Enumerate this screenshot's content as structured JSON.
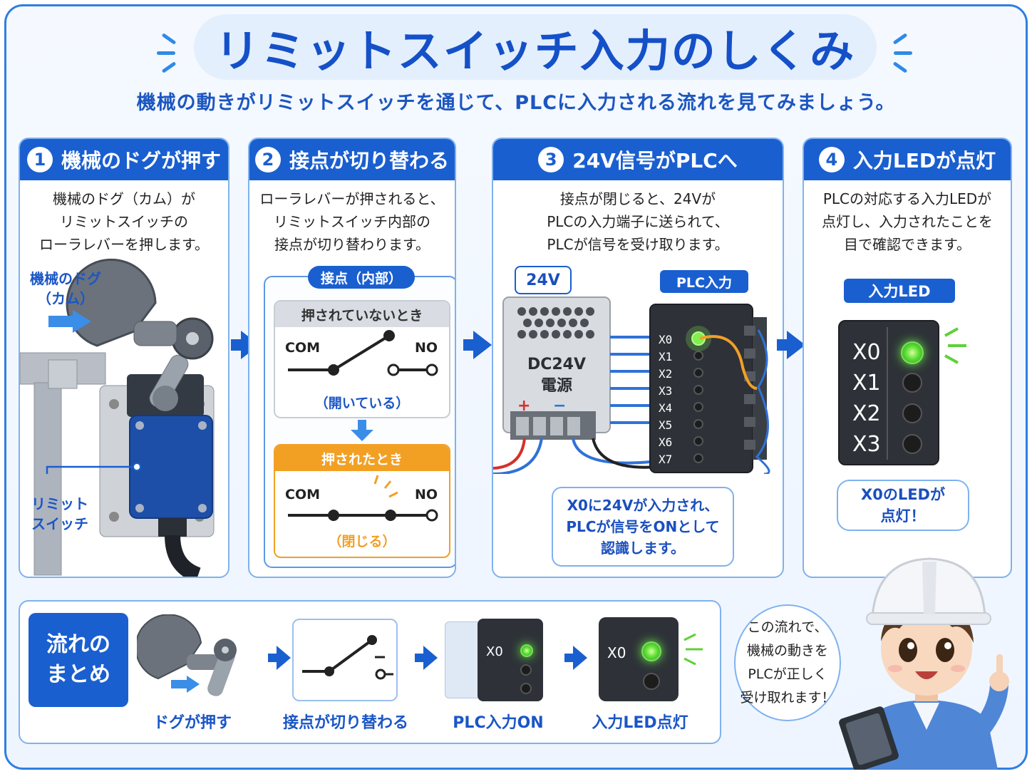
{
  "title": "リミットスイッチ入力のしくみ",
  "subtitle": "機械の動きがリミットスイッチを通じて、PLCに入力される流れを見てみましょう。",
  "colors": {
    "primary": "#1a5fd0",
    "accent_orange": "#f2a024",
    "led_green": "#5fe03a",
    "panel_border": "#7fb2ee"
  },
  "steps": [
    {
      "number": "1",
      "title": "機械のドグが押す",
      "desc": [
        "機械のドグ（カム）が",
        "リミットスイッチの",
        "ローラレバーを押します。"
      ],
      "label_dog": [
        "機械のドグ",
        "（カム）"
      ],
      "label_switch": [
        "リミット",
        "スイッチ"
      ]
    },
    {
      "number": "2",
      "title": "接点が切り替わる",
      "desc": [
        "ローラレバーが押されると、",
        "リミットスイッチ内部の",
        "接点が切り替わります。"
      ],
      "contact_title": "接点（内部）",
      "state_off": {
        "title": "押されていないとき",
        "com": "COM",
        "no": "NO",
        "caption": "（開いている）"
      },
      "state_on": {
        "title": "押されたとき",
        "com": "COM",
        "no": "NO",
        "caption": "（閉じる）"
      }
    },
    {
      "number": "3",
      "title": "24V信号がPLCへ",
      "desc": [
        "接点が閉じると、24Vが",
        "PLCの入力端子に送られて、",
        "PLCが信号を受け取ります。"
      ],
      "voltage_tag": "24V",
      "psu_label": [
        "DC24V",
        "電源"
      ],
      "psu_plus": "+",
      "psu_minus": "−",
      "plc_tag": "PLC入力",
      "terminals": [
        "X0",
        "X1",
        "X2",
        "X3",
        "X4",
        "X5",
        "X6",
        "X7"
      ],
      "note": [
        "X0に24Vが入力され、",
        "PLCが信号をONとして",
        "認識します。"
      ]
    },
    {
      "number": "4",
      "title": "入力LEDが点灯",
      "desc": [
        "PLCの対応する入力LEDが",
        "点灯し、入力されたことを",
        "目で確認できます。"
      ],
      "led_tag": "入力LED",
      "leds": [
        "X0",
        "X1",
        "X2",
        "X3"
      ],
      "note": [
        "X0のLEDが",
        "点灯！"
      ]
    }
  ],
  "summary": {
    "label": [
      "流れの",
      "まとめ"
    ],
    "items": [
      "ドグが押す",
      "接点が切り替わる",
      "PLC入力ON",
      "入力LED点灯"
    ],
    "plc_label": "X0",
    "led_label": "X0"
  },
  "mascot_speech": [
    "この流れで、",
    "機械の動きを",
    "PLCが正しく",
    "受け取れます！"
  ]
}
